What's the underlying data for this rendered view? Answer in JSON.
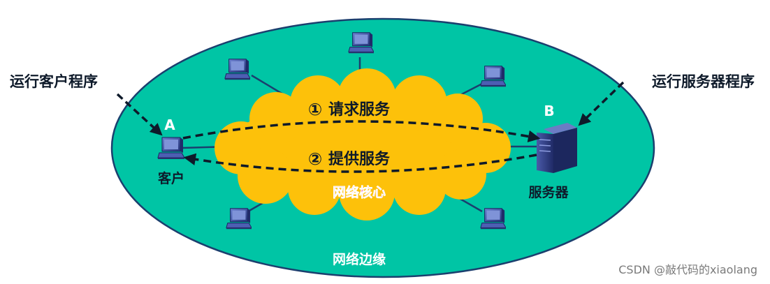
{
  "diagram": {
    "edge_region_label": "网络边缘",
    "core_region_label": "网络核心",
    "request": {
      "marker": "①",
      "label": "请求服务"
    },
    "response": {
      "marker": "②",
      "label": "提供服务"
    },
    "client": {
      "letter": "A",
      "label": "客户",
      "callout": "运行客户程序"
    },
    "server": {
      "letter": "B",
      "label": "服务器",
      "callout": "运行服务器程序"
    },
    "other_hosts_count": 5,
    "watermark": "CSDN @敲代码的xiaolang",
    "colors": {
      "edge_fill": "#00c5a5",
      "edge_stroke": "#1b3f6e",
      "core_fill": "#fdc10a",
      "core_label": "#e6358f",
      "arrow": "#0e1a2a",
      "host_blue": "#3a4fa8"
    },
    "icons": [
      "computer-icon",
      "server-icon"
    ]
  }
}
